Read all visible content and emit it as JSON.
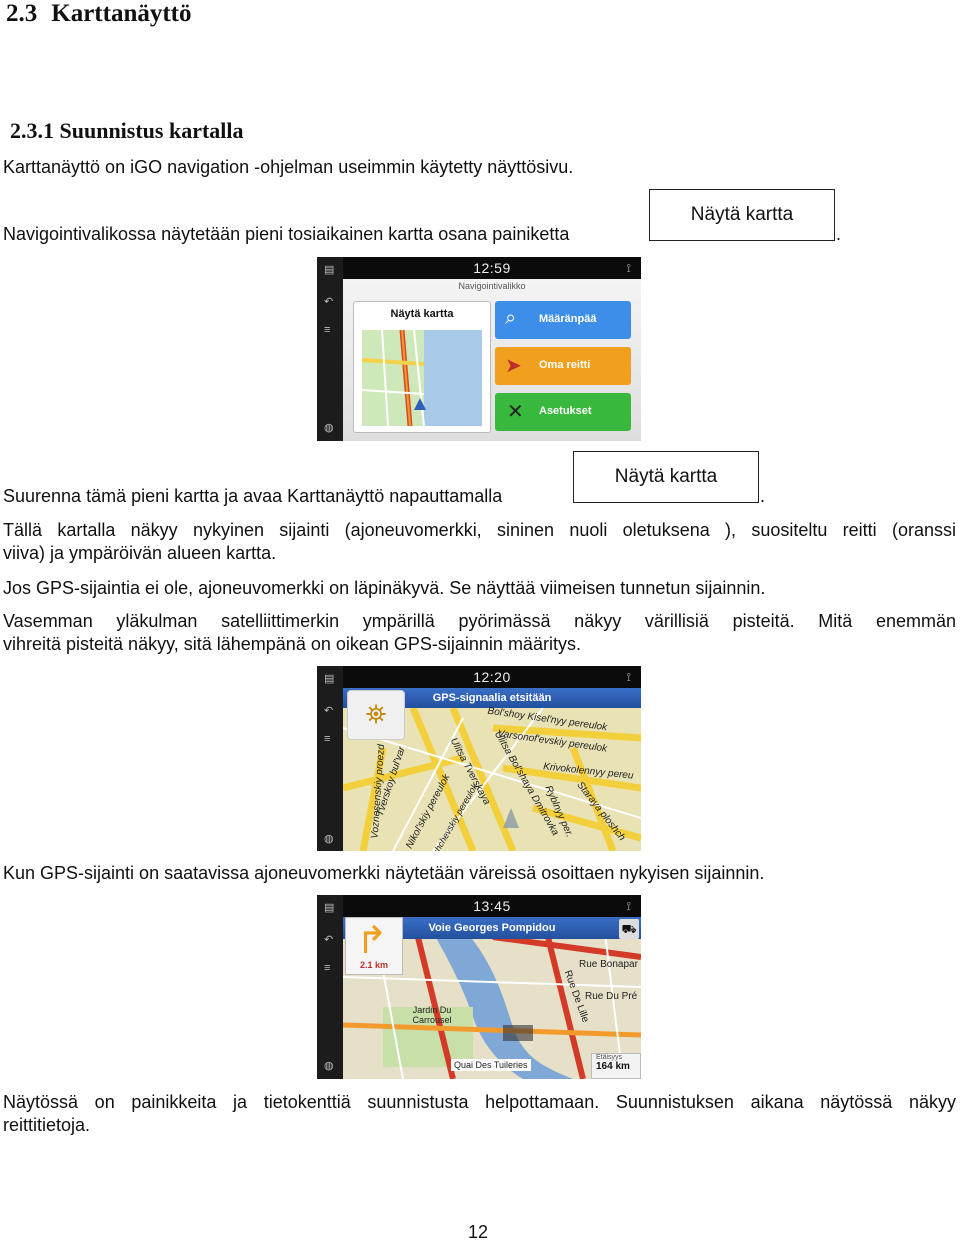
{
  "heading": {
    "number": "2.3",
    "title": "Karttanäyttö"
  },
  "subheading": {
    "number": "2.3.1",
    "title": "Suunnistus kartalla"
  },
  "paragraphs": {
    "p1": "Karttanäyttö on iGO navigation -ohjelman useimmin käytetty näyttösivu.",
    "p2": "Navigointivalikossa näytetään pieni tosiaikainen kartta osana painiketta",
    "p2_end": ".",
    "p3": "Suurenna tämä pieni kartta ja avaa Karttanäyttö napauttamalla",
    "p3_end": ".",
    "p4a": "Tällä kartalla näkyy nykyinen sijainti (ajoneuvomerkki, sininen nuoli oletuksena ), suositeltu reitti (oranssi",
    "p4b": "viiva) ja ympäröivän alueen kartta.",
    "p5": "Jos GPS-sijaintia ei ole, ajoneuvomerkki on läpinäkyvä. Se näyttää viimeisen tunnetun sijainnin.",
    "p6a": "Vasemman yläkulman satelliittimerkin ympärillä pyörimässä näkyy värillisiä pisteitä. Mitä enemmän",
    "p6b": "vihreitä pisteitä näkyy, sitä lähempänä on oikean GPS-sijainnin määritys.",
    "p7": "Kun GPS-sijainti on saatavissa ajoneuvomerkki näytetään väreissä osoittaen nykyisen sijainnin.",
    "p8a": "Näytössä on painikkeita ja tietokenttiä suunnistusta helpottamaan. Suunnistuksen aikana näytössä näkyy",
    "p8b": "reittitietoja."
  },
  "inline_button_label": "Näytä kartta",
  "screen1": {
    "time": "12:59",
    "title": "Navigointivalikko",
    "map_button": "Näytä kartta",
    "buttons": [
      {
        "label": "Määränpää",
        "color": "#3d8ee8",
        "icon": "magnifier-icon"
      },
      {
        "label": "Oma reitti",
        "color": "#f0a01e",
        "icon": "route-icon"
      },
      {
        "label": "Asetukset",
        "color": "#38b83c",
        "icon": "tools-icon"
      }
    ]
  },
  "screen2": {
    "time": "12:20",
    "banner": "GPS-signaalia etsitään",
    "streets": [
      "Bol'shoy Kisel'nyy pereulok",
      "Varsonof'evskiy pereulok",
      "Krivokolennyy pereu",
      "Ulitsa Bol'shaya Dmitrovka",
      "Ulitsa Tverskaya",
      "Tverskoy bul'var",
      "Nikol'skiy pereulok",
      "Ryblnyy per.",
      "Staraya ploshch",
      "Voznesenskiy proezd",
      "Glinishchevskiy pereulok"
    ]
  },
  "screen3": {
    "time": "13:45",
    "banner": "Voie Georges Pompidou",
    "distance": "2.1 km",
    "streets": [
      "Rue Bonapar",
      "Rue Du Pré",
      "Rue De Lille",
      "Jardin Du Carrousel",
      "Quai Des Tuileries"
    ],
    "remaining_label": "Etäisyys",
    "remaining_value": "164 km"
  },
  "page_number": "12"
}
